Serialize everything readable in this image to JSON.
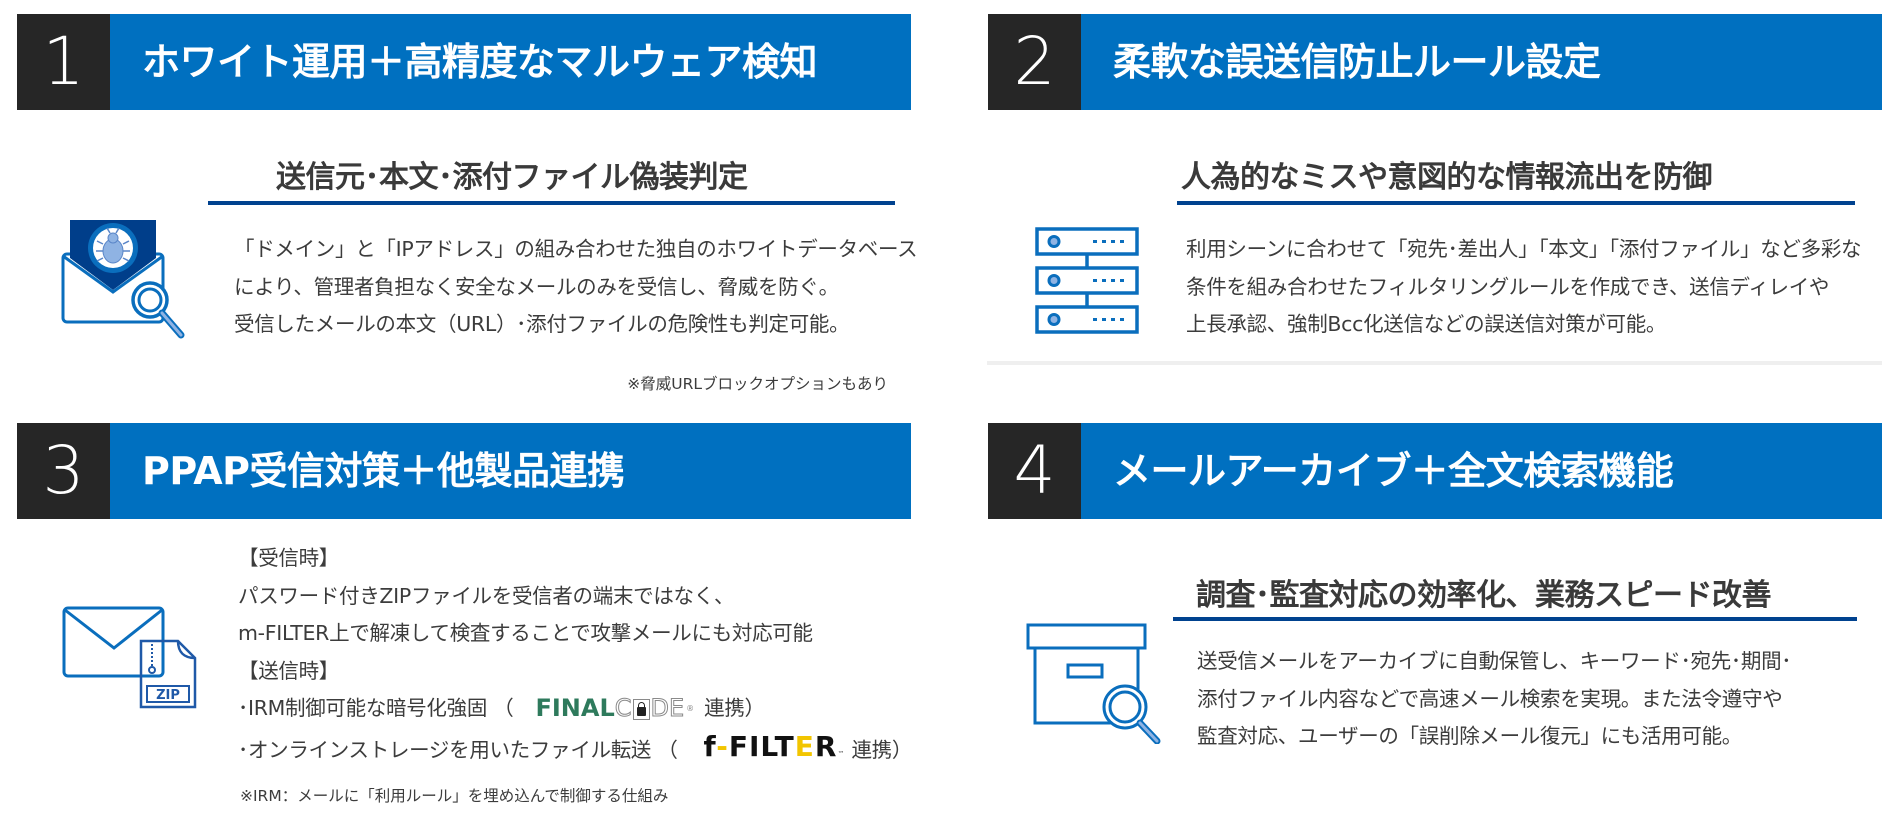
{
  "colors": {
    "header_blue": "#0070c0",
    "number_box": "#262626",
    "underline_navy": "#00428f",
    "icon_blue": "#0a6ebd",
    "icon_dark_navy": "#003e8a",
    "icon_light_blue": "#8fb3e3",
    "finalcode_green": "#2e7a5c",
    "ffilter_yellow": "#f2c500"
  },
  "sections": [
    {
      "number": "1",
      "title": "ホワイト運用＋高精度なマルウェア検知",
      "subtitle": "送信元･本文･添付ファイル偽装判定",
      "icon": "mail-bug-magnifier-icon",
      "lines": [
        "「ドメイン」と「IPアドレス」の組み合わせた独自のホワイトデータベース",
        "により、管理者負担なく安全なメールのみを受信し、脅威を防ぐ。",
        "受信したメールの本文（URL）･添付ファイルの危険性も判定可能。"
      ],
      "note": "※脅威URLブロックオプションもあり"
    },
    {
      "number": "2",
      "title": "柔軟な誤送信防止ルール設定",
      "subtitle": "人為的なミスや意図的な情報流出を防御",
      "icon": "server-stack-icon",
      "lines": [
        "利用シーンに合わせて「宛先･差出人」「本文」「添付ファイル」など多彩な",
        "条件を組み合わせたフィルタリングルールを作成でき、送信ディレイや",
        "上長承認、強制Bcc化送信などの誤送信対策が可能。"
      ]
    },
    {
      "number": "3",
      "title": "PPAP受信対策＋他製品連携",
      "icon": "mail-zip-icon",
      "lines": [
        "【受信時】",
        "パスワード付きZIPファイルを受信者の端末ではなく、",
        "m-FILTER上で解凍して検査することで攻撃メールにも対応可能",
        "【送信時】"
      ],
      "integrations": [
        {
          "prefix": "･IRM制御可能な暗号化強固 （",
          "logo_name": "FINALCODE",
          "logo_parts": {
            "bold": "FINAL",
            "c": "C",
            "de": "DE",
            "reg": "®"
          },
          "suffix": "連携）"
        },
        {
          "prefix": "･オンラインストレージを用いたファイル転送 （",
          "logo_name": "F-FILTER",
          "logo_parts": {
            "f1": "f",
            "dash1": "-",
            "f2": "F",
            "rest1": "ILT",
            "dash2": "E",
            "rest2": "R",
            "tm": "™"
          },
          "suffix": "連携）"
        }
      ],
      "note": "※IRM：メールに「利用ルール」を埋め込んで制御する仕組み"
    },
    {
      "number": "4",
      "title": "メールアーカイブ＋全文検索機能",
      "subtitle": "調査･監査対応の効率化、業務スピード改善",
      "icon": "archive-box-magnifier-icon",
      "lines": [
        "送受信メールをアーカイブに自動保管し、キーワード･宛先･期間･",
        "添付ファイル内容などで高速メール検索を実現。また法令遵守や",
        "監査対応、ユーザーの「誤削除メール復元」にも活用可能。"
      ]
    }
  ]
}
